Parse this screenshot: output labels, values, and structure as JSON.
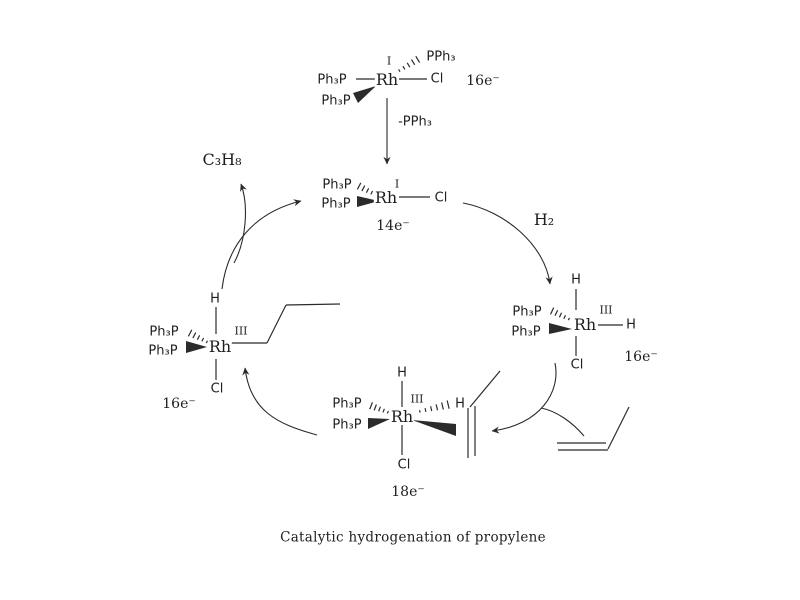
{
  "caption": "Catalytic hydrogenation of propylene",
  "complexes": {
    "precursor_16e": {
      "ligand_left": "Ph₃P",
      "metal": "Rh",
      "oxidation_state": "I",
      "ligand_upper_right": "PPh₃",
      "ligand_right": "Cl",
      "ligand_lower_left": "Ph₃P",
      "electron_count": "16e⁻"
    },
    "active_14e": {
      "ligand_upper_left": "Ph₃P",
      "ligand_lower_left": "Ph₃P",
      "metal": "Rh",
      "oxidation_state": "I",
      "ligand_right": "Cl",
      "electron_count": "14e⁻"
    },
    "dihydride_16e": {
      "ligand_top": "H",
      "ligand_upper_left": "Ph₃P",
      "ligand_lower_left": "Ph₃P",
      "metal": "Rh",
      "oxidation_state": "III",
      "ligand_right": "H",
      "ligand_bottom": "Cl",
      "electron_count": "16e⁻"
    },
    "alkene_18e": {
      "ligand_top": "H",
      "ligand_upper_left": "Ph₃P",
      "ligand_lower_left": "Ph₃P",
      "metal": "Rh",
      "oxidation_state": "III",
      "ligand_upper_right": "H",
      "ligand_bottom": "Cl",
      "electron_count": "18e⁻"
    },
    "alkyl_16e": {
      "ligand_top": "H",
      "ligand_upper_left": "Ph₃P",
      "ligand_lower_left": "Ph₃P",
      "metal": "Rh",
      "oxidation_state": "III",
      "ligand_bottom": "Cl",
      "electron_count": "16e⁻"
    }
  },
  "step_labels": {
    "phosphine_loss": "-PPh₃",
    "hydrogen_addition": "H₂",
    "propane_release": "C₃H₈"
  }
}
